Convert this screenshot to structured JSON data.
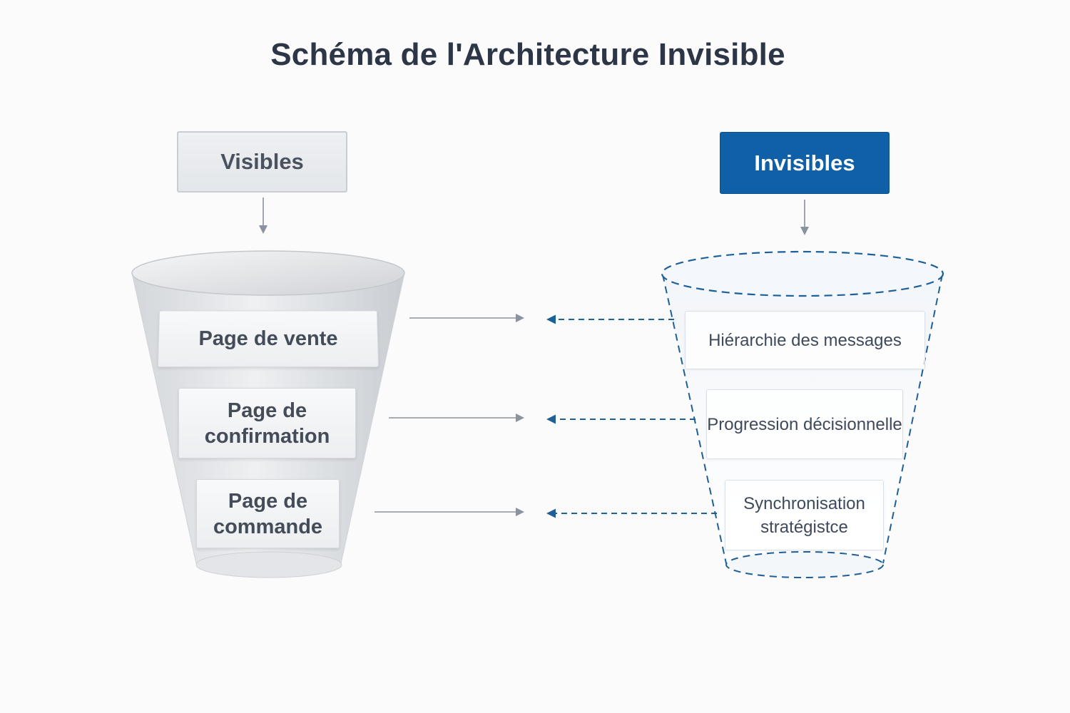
{
  "title": "Schéma de l'Architecture Invisible",
  "columns": {
    "visible": {
      "header": "Visibles",
      "items": [
        "Page de vente",
        "Page de confirmation",
        "Page de commande"
      ]
    },
    "invisible": {
      "header": "Invisibles",
      "items": [
        "Hiérarchie des messages",
        "Progression décisionnelle",
        "Synchronisation stratégistce"
      ]
    }
  },
  "colors": {
    "accent_blue": "#0f60a6",
    "arrow_gray": "#8a929e",
    "dashed_blue": "#1f5f98"
  }
}
